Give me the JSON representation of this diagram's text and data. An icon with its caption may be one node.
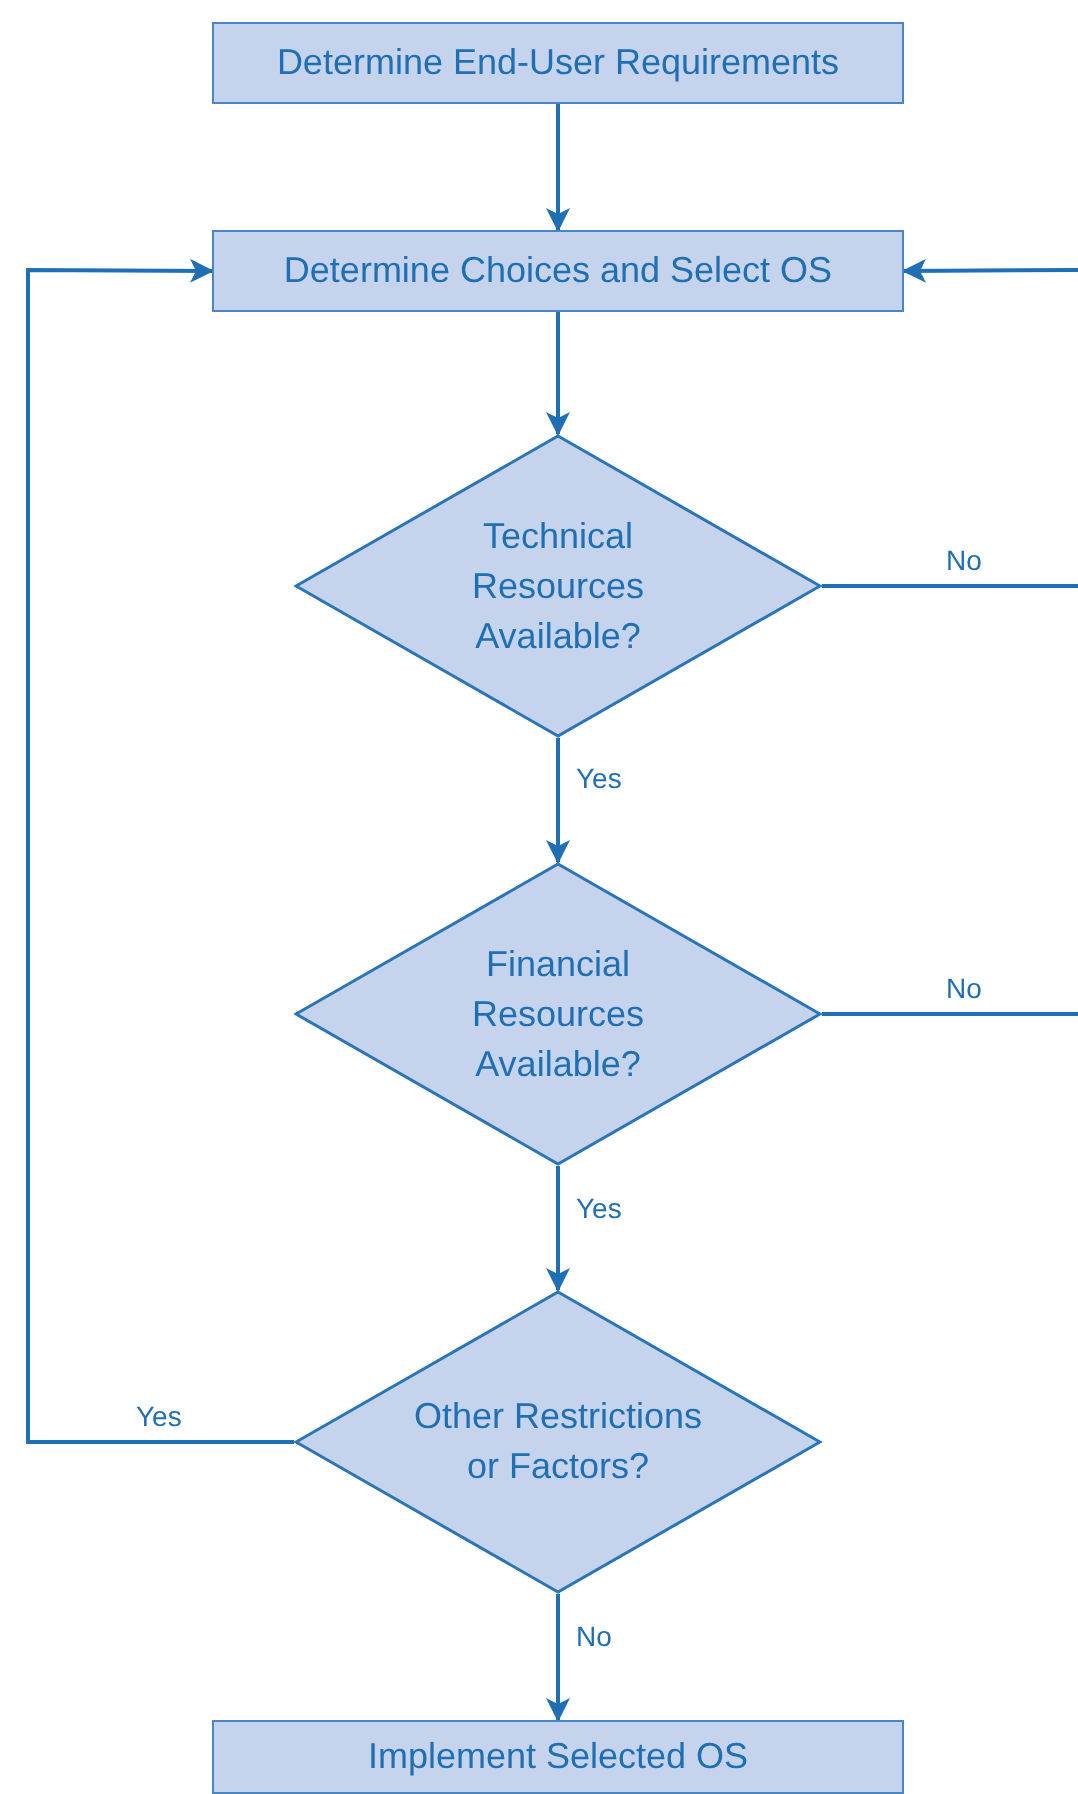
{
  "diagram": {
    "nodes": [
      {
        "text": [
          "Determine End-User Requirements"
        ]
      },
      {
        "text": [
          "Determine Choices and Select OS"
        ]
      },
      {
        "text": [
          "Technical Resources Available?"
        ]
      },
      {
        "text": [
          "Financial Resources Available?"
        ]
      },
      {
        "text": [
          "Other Restrictions or Factors?"
        ]
      },
      {
        "text": [
          "Implement Selected OS"
        ]
      }
    ],
    "edges": [
      {
        "from": 0,
        "to": 1,
        "arrow": "to"
      },
      {
        "from": 1,
        "to": 2,
        "arrow": "to"
      },
      {
        "from": 2,
        "to": 3,
        "arrow": "to",
        "label": "Yes"
      },
      {
        "from": 3,
        "to": 4,
        "arrow": "to",
        "label": "Yes"
      },
      {
        "from": 4,
        "to": 5,
        "arrow": "to",
        "label": "No"
      },
      {
        "from": 4,
        "to": 1,
        "arrow": "to",
        "label": "Yes"
      },
      {
        "from": 2,
        "to": null,
        "arrow": "none",
        "label": "No"
      },
      {
        "from": 3,
        "to": null,
        "arrow": "none",
        "label": "No"
      },
      {
        "from": null,
        "to": 1,
        "arrow": "to"
      }
    ]
  }
}
